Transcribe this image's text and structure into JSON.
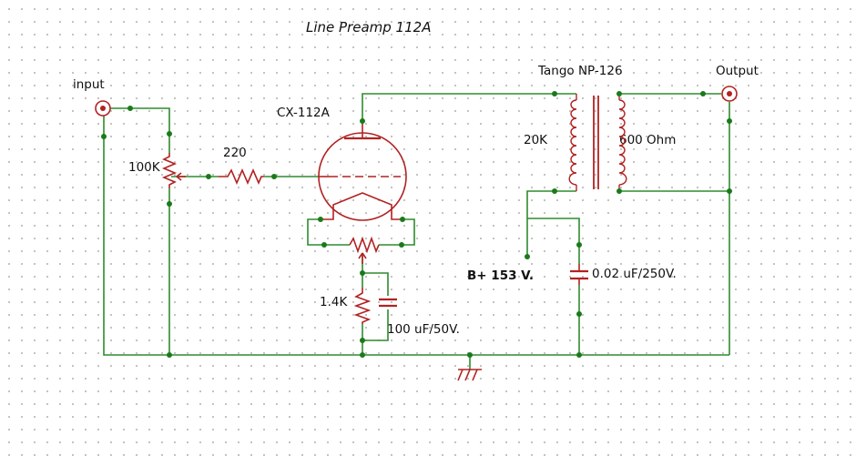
{
  "title": "Line Preamp 112A",
  "labels": {
    "input": "input",
    "output": "Output",
    "tube": "CX-112A",
    "transformer": "Tango NP-126",
    "primary": "20K",
    "secondary": "600 Ohm",
    "pot": "100K",
    "grid_resistor": "220",
    "cathode_resistor": "1.4K",
    "cathode_cap": "100 uF/50V.",
    "bplus": "B+ 153 V.",
    "bypass_cap": "0.02 uF/250V."
  },
  "colors": {
    "wire": "#2e8b2e",
    "component": "#b22222",
    "junction": "#1a7a1a"
  }
}
